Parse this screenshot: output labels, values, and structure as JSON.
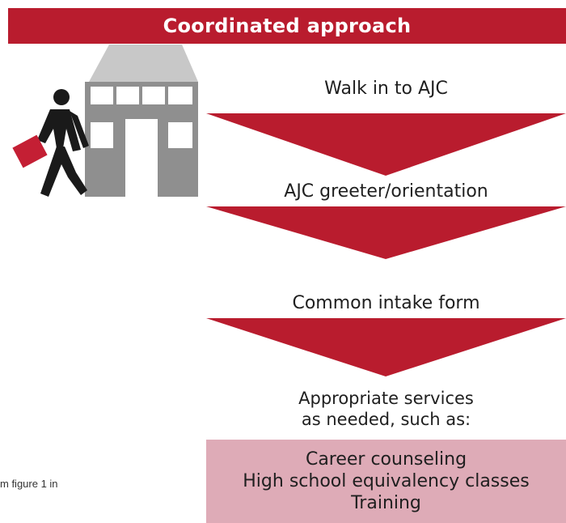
{
  "header": {
    "title": "Coordinated approach"
  },
  "steps": [
    {
      "label": "Walk in to AJC"
    },
    {
      "label": "AJC greeter/orientation"
    },
    {
      "label": "Common intake form"
    }
  ],
  "services": {
    "heading_line1": "Appropriate services",
    "heading_line2": "as needed, such as:",
    "items": [
      "Career counseling",
      "High school equivalency classes",
      "Training"
    ]
  },
  "footnote": {
    "text": "m figure 1 in"
  },
  "icons": {
    "building": "building-icon",
    "person": "person-walking-icon",
    "briefcase": "briefcase-icon",
    "arrow": "down-triangle-arrow"
  },
  "colors": {
    "accent": "#b91c2e",
    "service_box": "#deabb7",
    "building_roof": "#c8c8c8",
    "building_body": "#8f8f8f"
  }
}
